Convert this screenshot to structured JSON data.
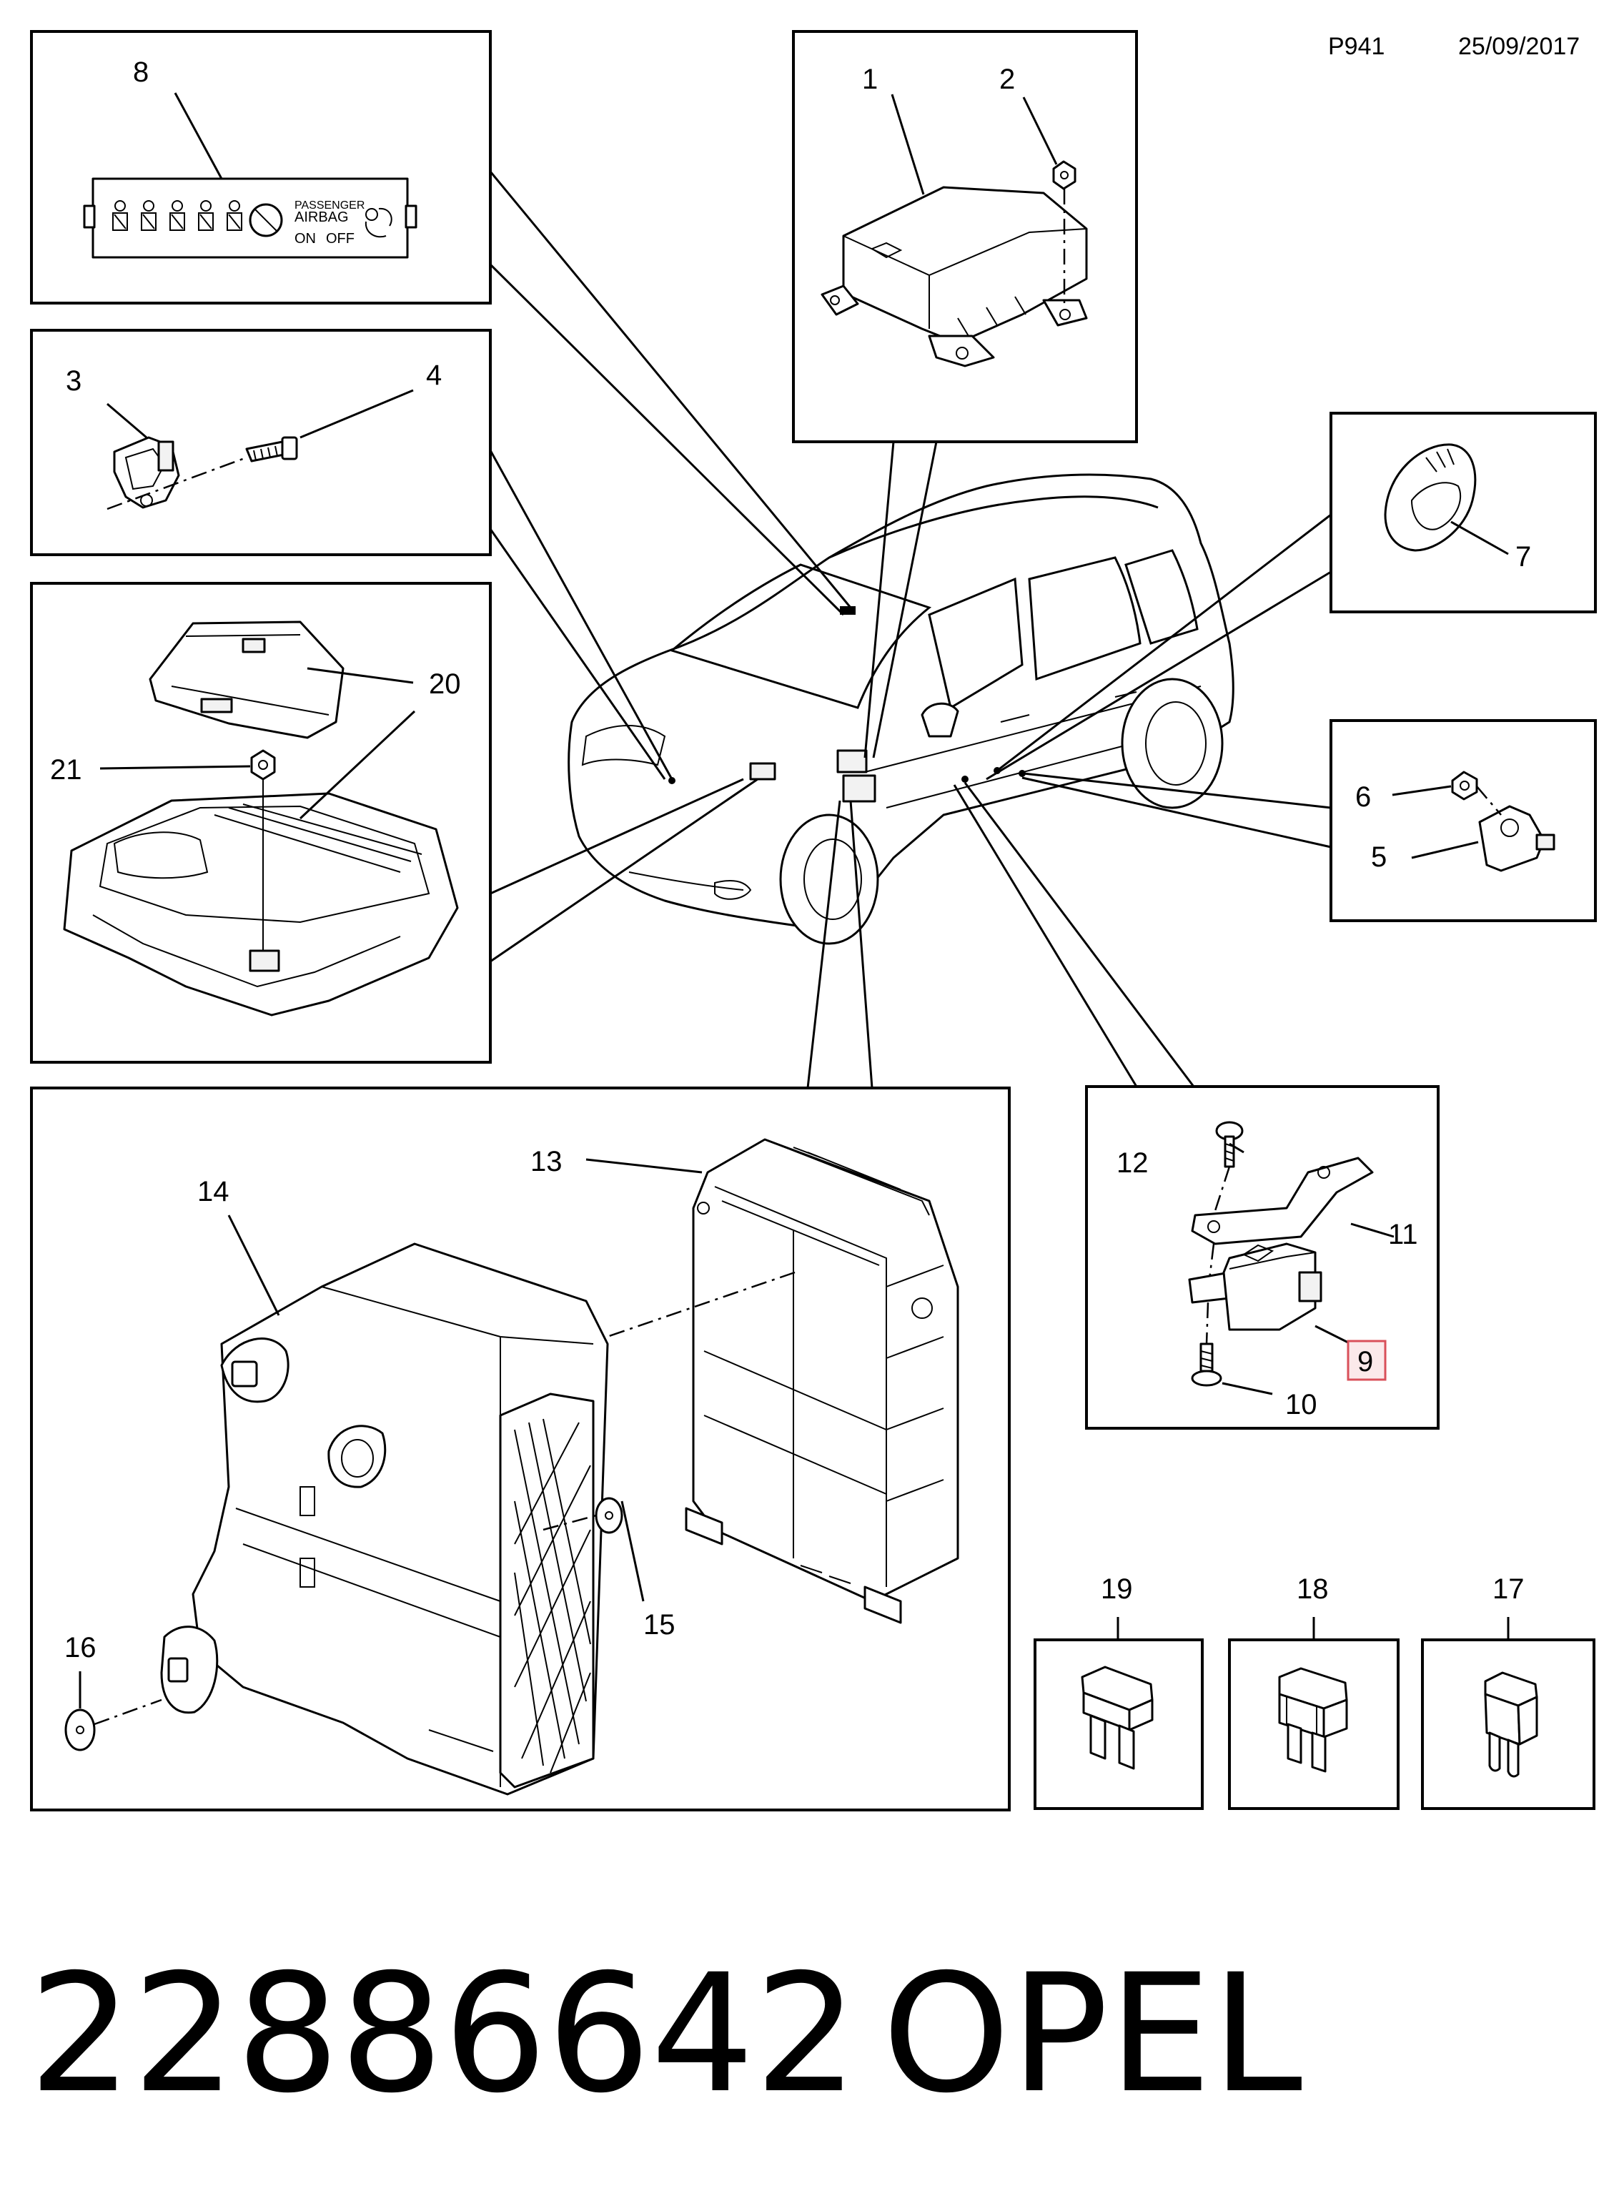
{
  "header": {
    "code": "P941",
    "date": "25/09/2017"
  },
  "callouts": {
    "c1": "1",
    "c2": "2",
    "c3": "3",
    "c4": "4",
    "c5": "5",
    "c6": "6",
    "c7": "7",
    "c8": "8",
    "c9": "9",
    "c10": "10",
    "c11": "11",
    "c12": "12",
    "c13": "13",
    "c14": "14",
    "c15": "15",
    "c16": "16",
    "c17": "17",
    "c18": "18",
    "c19": "19",
    "c20": "20",
    "c21": "21"
  },
  "indicator_panel": {
    "line1": "PASSENGER",
    "line2": "AIRBAG",
    "on": "ON",
    "off": "OFF"
  },
  "highlighted_part": "9",
  "footer": {
    "part_number": "22886642",
    "brand": "OPEL"
  },
  "colors": {
    "line": "#000000",
    "background": "#ffffff",
    "highlight_border": "#d9505a",
    "highlight_fill": "#fbe9ea"
  }
}
